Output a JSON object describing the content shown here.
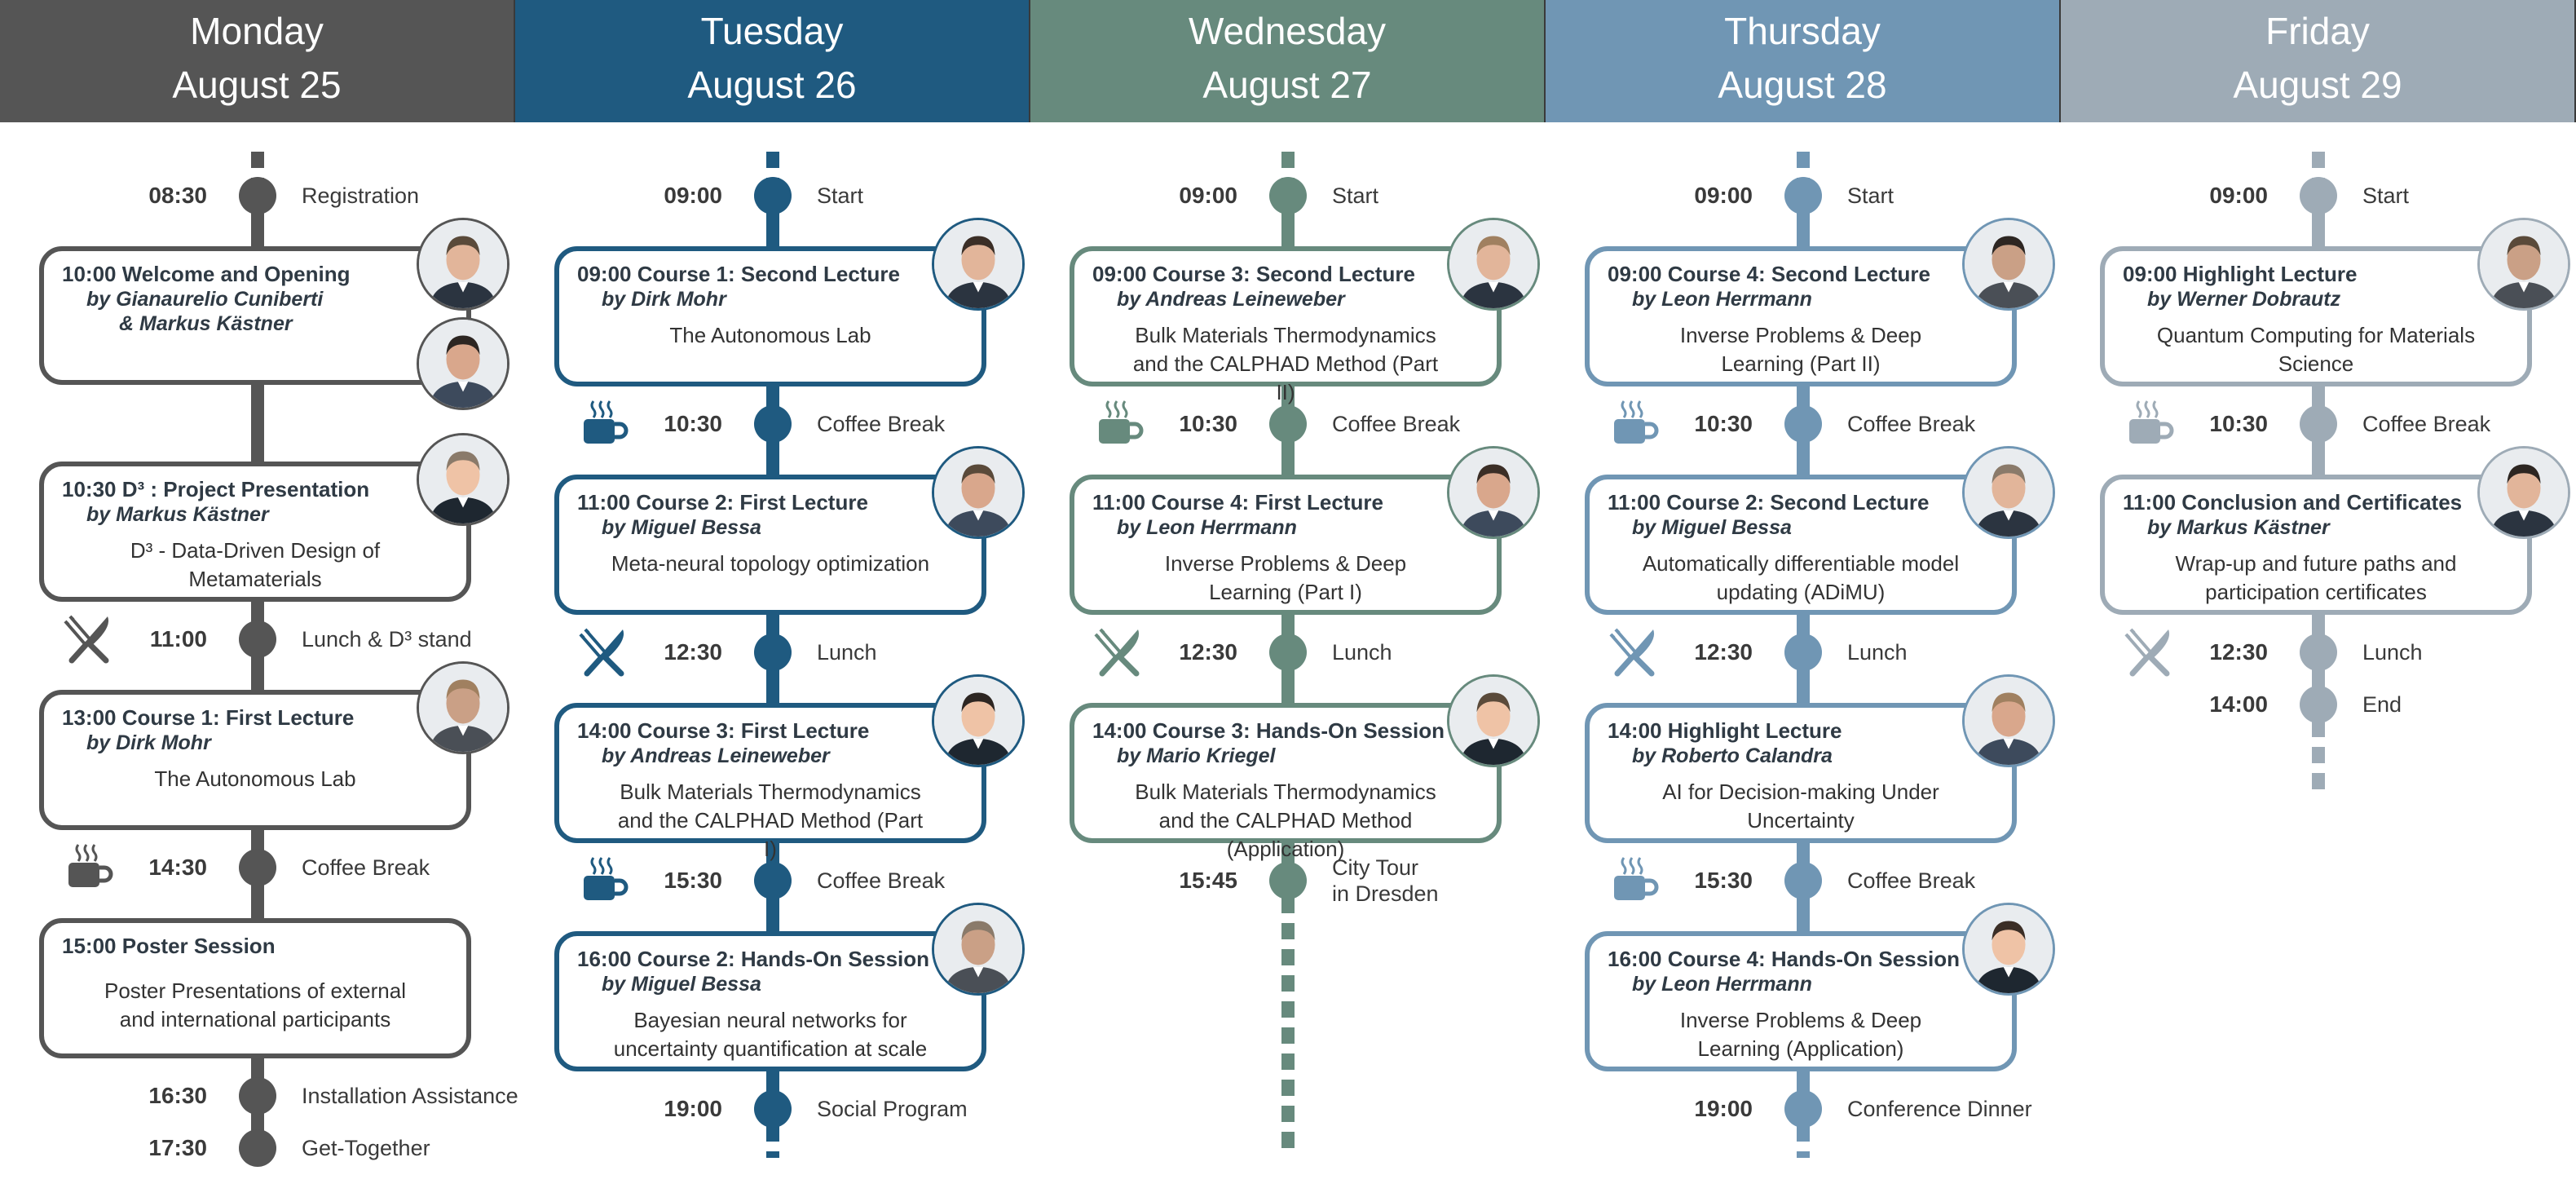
{
  "days": [
    {
      "day": "Monday",
      "date": "August 25",
      "color": "#555555",
      "items": [
        {
          "kind": "evt",
          "time": "08:30",
          "label": "Registration"
        },
        {
          "kind": "card",
          "title": "10:00 Welcome and Opening",
          "speakers": [
            "by Gianaurelio Cuniberti",
            "& Markus Kästner"
          ],
          "desc": "",
          "height": 170
        },
        {
          "kind": "card",
          "title": "10:30 D³ : Project Presentation",
          "speakers": [
            "by Markus Kästner"
          ],
          "desc": "D³ - Data-Driven Design of Metamaterials",
          "height": 172
        },
        {
          "kind": "evt",
          "icon": "fork-knife-icon",
          "time": "11:00",
          "label": "Lunch & D³ stand"
        },
        {
          "kind": "card",
          "title": "13:00 Course 1: First Lecture",
          "speakers": [
            "by Dirk Mohr"
          ],
          "desc": "The Autonomous Lab",
          "height": 172
        },
        {
          "kind": "evt",
          "icon": "coffee-cup-icon",
          "time": "14:30",
          "label": "Coffee Break"
        },
        {
          "kind": "card",
          "title": "15:00 Poster Session",
          "speakers": [],
          "desc": "Poster Presentations of external and international participants",
          "height": 172
        },
        {
          "kind": "evt",
          "time": "16:30",
          "label": "Installation Assistance"
        },
        {
          "kind": "evt",
          "time": "17:30",
          "label": "Get-Together"
        }
      ]
    },
    {
      "day": "Tuesday",
      "date": "August 26",
      "color": "#1f5a80",
      "items": [
        {
          "kind": "evt",
          "time": "09:00",
          "label": "Start"
        },
        {
          "kind": "card",
          "title": "09:00 Course 1: Second Lecture",
          "speakers": [
            "by Dirk Mohr"
          ],
          "desc": "The Autonomous Lab",
          "height": 172
        },
        {
          "kind": "evt",
          "icon": "coffee-cup-icon",
          "time": "10:30",
          "label": "Coffee Break"
        },
        {
          "kind": "card",
          "title": "11:00 Course 2: First Lecture",
          "speakers": [
            "by Miguel Bessa"
          ],
          "desc": "Meta-neural topology optimization",
          "height": 172
        },
        {
          "kind": "evt",
          "icon": "fork-knife-icon",
          "time": "12:30",
          "label": "Lunch"
        },
        {
          "kind": "card",
          "title": "14:00 Course 3: First Lecture",
          "speakers": [
            "by Andreas Leineweber"
          ],
          "desc": "Bulk Materials Thermodynamics and the CALPHAD Method (Part I)",
          "height": 172
        },
        {
          "kind": "evt",
          "icon": "coffee-cup-icon",
          "time": "15:30",
          "label": "Coffee Break"
        },
        {
          "kind": "card",
          "title": "16:00 Course 2: Hands-On Session",
          "speakers": [
            "by Miguel Bessa"
          ],
          "desc": "Bayesian neural networks for uncertainty quantification at scale",
          "height": 172
        },
        {
          "kind": "evt",
          "time": "19:00",
          "label": "Social Program"
        }
      ]
    },
    {
      "day": "Wednesday",
      "date": "August 27",
      "color": "#678a7d",
      "items": [
        {
          "kind": "evt",
          "time": "09:00",
          "label": "Start"
        },
        {
          "kind": "card",
          "title": "09:00 Course 3: Second Lecture",
          "speakers": [
            "by Andreas Leineweber"
          ],
          "desc": "Bulk Materials Thermodynamics and the CALPHAD Method (Part II)",
          "height": 172
        },
        {
          "kind": "evt",
          "icon": "coffee-cup-icon",
          "time": "10:30",
          "label": "Coffee Break"
        },
        {
          "kind": "card",
          "title": "11:00 Course 4: First Lecture",
          "speakers": [
            "by Leon Herrmann"
          ],
          "desc": "Inverse Problems & Deep Learning (Part I)",
          "height": 172
        },
        {
          "kind": "evt",
          "icon": "fork-knife-icon",
          "time": "12:30",
          "label": "Lunch"
        },
        {
          "kind": "card",
          "title": "14:00 Course 3: Hands-On Session",
          "speakers": [
            "by Mario Kriegel"
          ],
          "desc": "Bulk Materials Thermodynamics and the CALPHAD Method (Application)",
          "height": 172
        },
        {
          "kind": "evt",
          "time": "15:45",
          "label": "City Tour",
          "label2": "in Dresden"
        }
      ]
    },
    {
      "day": "Thursday",
      "date": "August 28",
      "color": "#7096b4",
      "items": [
        {
          "kind": "evt",
          "time": "09:00",
          "label": "Start"
        },
        {
          "kind": "card",
          "title": "09:00 Course 4: Second Lecture",
          "speakers": [
            "by Leon Herrmann"
          ],
          "desc": "Inverse Problems & Deep Learning (Part II)",
          "height": 172
        },
        {
          "kind": "evt",
          "icon": "coffee-cup-icon",
          "time": "10:30",
          "label": "Coffee Break"
        },
        {
          "kind": "card",
          "title": "11:00 Course 2: Second Lecture",
          "speakers": [
            "by Miguel Bessa"
          ],
          "desc": "Automatically differentiable model updating (ADiMU)",
          "height": 172
        },
        {
          "kind": "evt",
          "icon": "fork-knife-icon",
          "time": "12:30",
          "label": "Lunch"
        },
        {
          "kind": "card",
          "title": "14:00 Highlight Lecture",
          "speakers": [
            "by Roberto Calandra"
          ],
          "desc": "AI for Decision-making Under Uncertainty",
          "height": 172
        },
        {
          "kind": "evt",
          "icon": "coffee-cup-icon",
          "time": "15:30",
          "label": "Coffee Break"
        },
        {
          "kind": "card",
          "title": "16:00 Course 4: Hands-On Session",
          "speakers": [
            "by Leon Herrmann"
          ],
          "desc": "Inverse Problems & Deep Learning (Application)",
          "height": 172
        },
        {
          "kind": "evt",
          "time": "19:00",
          "label": "Conference Dinner"
        }
      ]
    },
    {
      "day": "Friday",
      "date": "August 29",
      "color": "#9eabb6",
      "items": [
        {
          "kind": "evt",
          "time": "09:00",
          "label": "Start"
        },
        {
          "kind": "card",
          "title": "09:00 Highlight Lecture",
          "speakers": [
            "by Werner Dobrautz"
          ],
          "desc": "Quantum Computing for Materials Science",
          "height": 172
        },
        {
          "kind": "evt",
          "icon": "coffee-cup-icon",
          "time": "10:30",
          "label": "Coffee Break"
        },
        {
          "kind": "card",
          "title": "11:00 Conclusion and Certificates",
          "speakers": [
            "by Markus Kästner"
          ],
          "desc": "Wrap-up and future paths and participation certificates",
          "height": 172
        },
        {
          "kind": "evt",
          "icon": "fork-knife-icon",
          "time": "12:30",
          "label": "Lunch"
        },
        {
          "kind": "evt",
          "time": "14:00",
          "label": "End"
        }
      ]
    }
  ]
}
